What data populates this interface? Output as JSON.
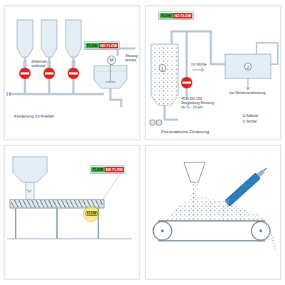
{
  "diagram": {
    "nodes": [
      {
        "text": [
          "FLOW",
          "NO FLOW"
        ]
      },
      {
        "text": [
          "M"
        ]
      },
      {
        "text": [
          "FLOW",
          "NO FLOW"
        ]
      },
      {
        "text": [
          "FLOW",
          "NO FLOW"
        ]
      },
      {
        "text": [
          "FLOW"
        ]
      }
    ],
    "labels": [
      "Zellenrad- schleuse",
      "Absaug pumpe",
      "Förderung im Freifall",
      "zur Mühle",
      "zur Weiterverarbeitung",
      "45 m DN 150 Steigleitung Körnung ca. 5 – 10 µm",
      "① Kalksilo",
      "② Sichter",
      "Pneumatische Förderung",
      "1",
      "2"
    ]
  }
}
